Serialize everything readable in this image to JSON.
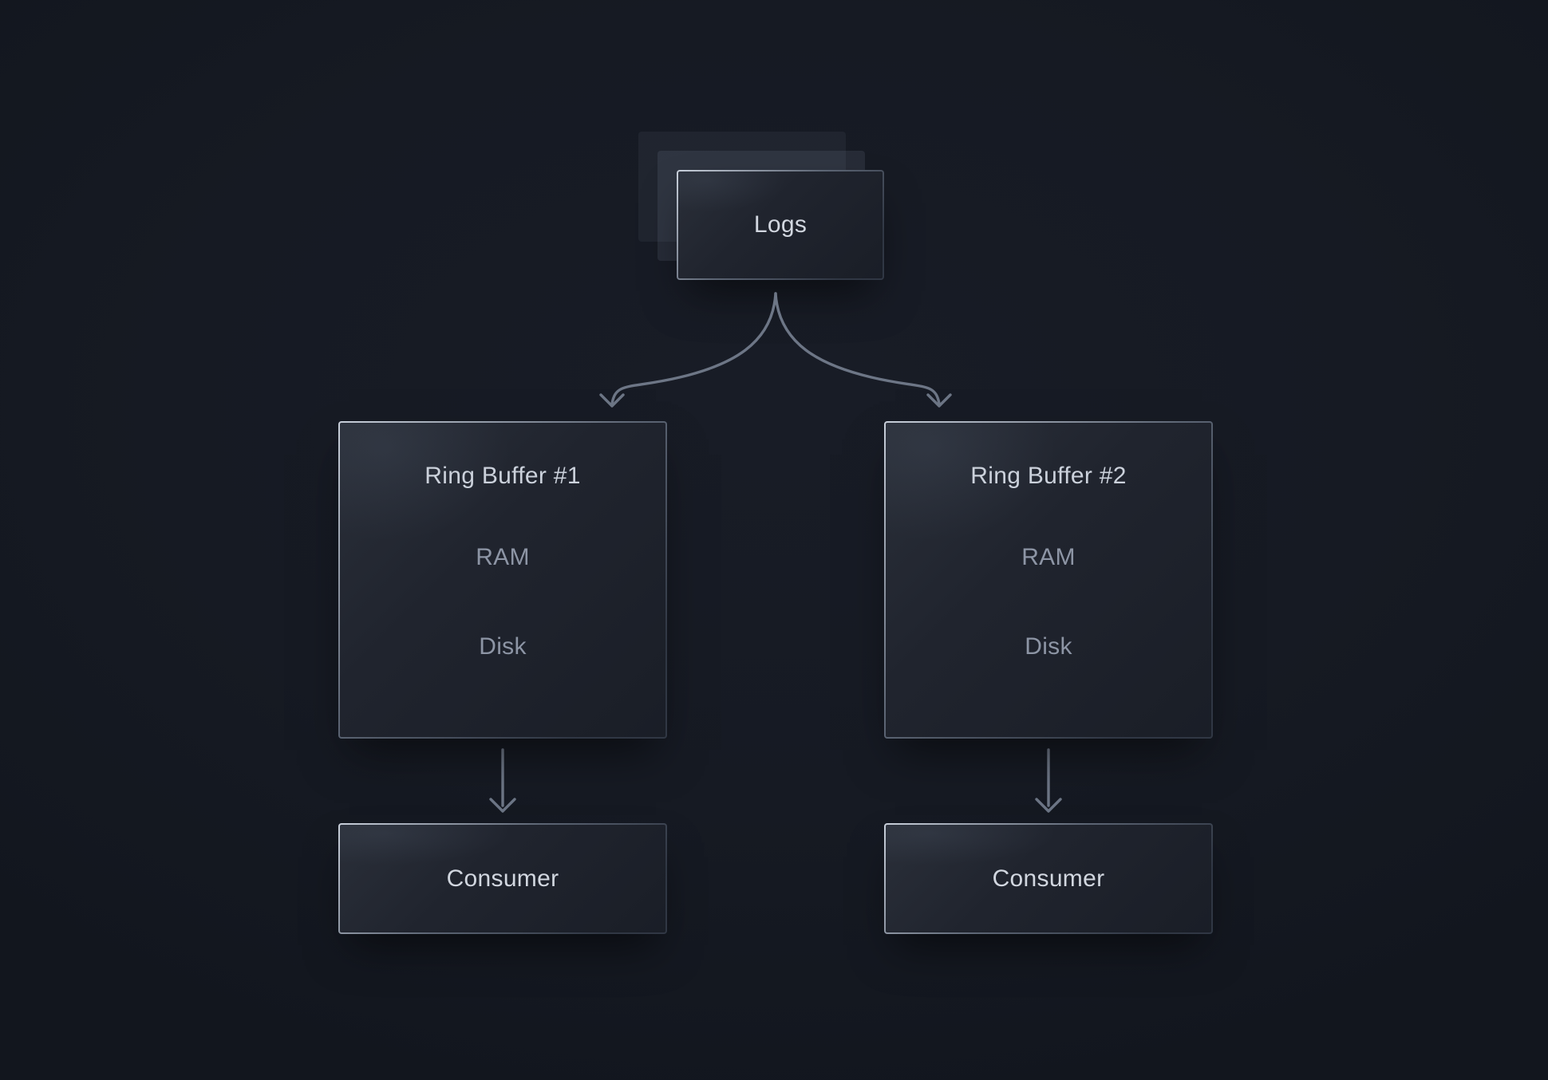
{
  "colors": {
    "background": "#161a23",
    "background_edge": "#12161e",
    "node_fill_start": "#2a2f39",
    "node_fill_mid": "#20242e",
    "node_fill_end": "#1a1e27",
    "border_light": "#c9d0db",
    "border_mid": "#5d6675",
    "border_dark": "#303744",
    "connector": "#6d7686",
    "label_primary": "#d2d7e0",
    "label_secondary": "#8d95a5",
    "label_title": "#cbd1db"
  },
  "nodes": {
    "logs": {
      "label": "Logs"
    },
    "buffer1": {
      "title": "Ring Buffer #1",
      "source": "RAM",
      "target": "Disk"
    },
    "buffer2": {
      "title": "Ring Buffer #2",
      "source": "RAM",
      "target": "Disk"
    },
    "consumer1": {
      "label": "Consumer"
    },
    "consumer2": {
      "label": "Consumer"
    }
  }
}
